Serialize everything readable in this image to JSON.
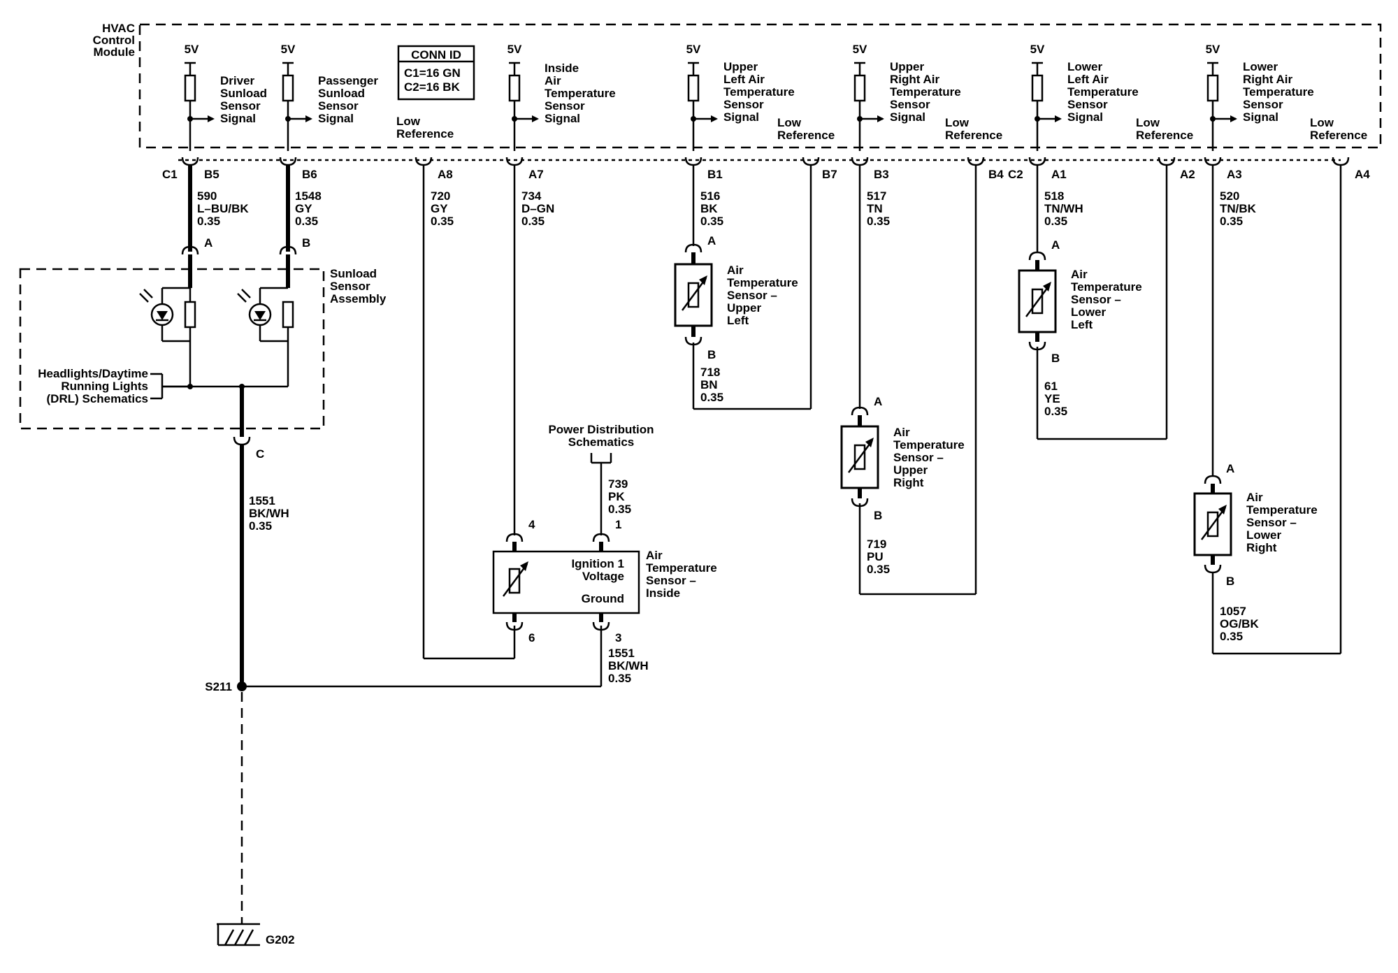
{
  "module": {
    "lines": [
      "HVAC",
      "Control",
      "Module"
    ]
  },
  "conn_id": {
    "title": "CONN ID",
    "c1": "C1=16 GN",
    "c2": "C2=16 BK"
  },
  "supply": "5V",
  "signals": [
    {
      "lines": [
        "Driver",
        "Sunload",
        "Sensor",
        "Signal"
      ]
    },
    {
      "lines": [
        "Passenger",
        "Sunload",
        "Sensor",
        "Signal"
      ]
    },
    {
      "lines": [
        "Inside",
        "Air",
        "Temperature",
        "Sensor",
        "Signal"
      ]
    },
    {
      "lines": [
        "Upper",
        "Left Air",
        "Temperature",
        "Sensor",
        "Signal"
      ]
    },
    {
      "lines": [
        "Upper",
        "Right Air",
        "Temperature",
        "Sensor",
        "Signal"
      ]
    },
    {
      "lines": [
        "Lower",
        "Left Air",
        "Temperature",
        "Sensor",
        "Signal"
      ]
    },
    {
      "lines": [
        "Lower",
        "Right Air",
        "Temperature",
        "Sensor",
        "Signal"
      ]
    }
  ],
  "low_reference": [
    "Low",
    "Reference"
  ],
  "connectors": {
    "c1": "C1",
    "c2": "C2"
  },
  "pins": {
    "b5": "B5",
    "b6": "B6",
    "a8": "A8",
    "a7": "A7",
    "b1": "B1",
    "b7": "B7",
    "b3": "B3",
    "b4": "B4",
    "a1": "A1",
    "a2": "A2",
    "a3": "A3",
    "a4": "A4"
  },
  "wires": {
    "w590": [
      "590",
      "L–BU/BK",
      "0.35"
    ],
    "w1548": [
      "1548",
      "GY",
      "0.35"
    ],
    "w720": [
      "720",
      "GY",
      "0.35"
    ],
    "w734": [
      "734",
      "D–GN",
      "0.35"
    ],
    "w516": [
      "516",
      "BK",
      "0.35"
    ],
    "w517": [
      "517",
      "TN",
      "0.35"
    ],
    "w518": [
      "518",
      "TN/WH",
      "0.35"
    ],
    "w520": [
      "520",
      "TN/BK",
      "0.35"
    ],
    "w718": [
      "718",
      "BN",
      "0.35"
    ],
    "w719": [
      "719",
      "PU",
      "0.35"
    ],
    "w61": [
      "61",
      "YE",
      "0.35"
    ],
    "w1057": [
      "1057",
      "OG/BK",
      "0.35"
    ],
    "w739": [
      "739",
      "PK",
      "0.35"
    ],
    "w1551a": [
      "1551",
      "BK/WH",
      "0.35"
    ],
    "w1551b": [
      "1551",
      "BK/WH",
      "0.35"
    ]
  },
  "sunload": {
    "assembly": [
      "Sunload",
      "Sensor",
      "Assembly"
    ],
    "terminals": {
      "a": "A",
      "b": "B",
      "c": "C"
    },
    "headlights": [
      "Headlights/Daytime",
      "Running Lights",
      "(DRL) Schematics"
    ]
  },
  "sensors": {
    "upper_left": {
      "label": [
        "Air",
        "Temperature",
        "Sensor –",
        "Upper",
        "Left"
      ],
      "a": "A",
      "b": "B"
    },
    "upper_right": {
      "label": [
        "Air",
        "Temperature",
        "Sensor –",
        "Upper",
        "Right"
      ],
      "a": "A",
      "b": "B"
    },
    "lower_left": {
      "label": [
        "Air",
        "Temperature",
        "Sensor –",
        "Lower",
        "Left"
      ],
      "a": "A",
      "b": "B"
    },
    "lower_right": {
      "label": [
        "Air",
        "Temperature",
        "Sensor –",
        "Lower",
        "Right"
      ],
      "a": "A",
      "b": "B"
    },
    "inside": {
      "label": [
        "Air",
        "Temperature",
        "Sensor –",
        "Inside"
      ],
      "ignition": [
        "Ignition 1",
        "Voltage"
      ],
      "ground": "Ground",
      "pins": {
        "p4": "4",
        "p1": "1",
        "p6": "6",
        "p3": "3"
      }
    }
  },
  "power_distribution": [
    "Power Distribution",
    "Schematics"
  ],
  "splice": "S211",
  "ground": "G202"
}
